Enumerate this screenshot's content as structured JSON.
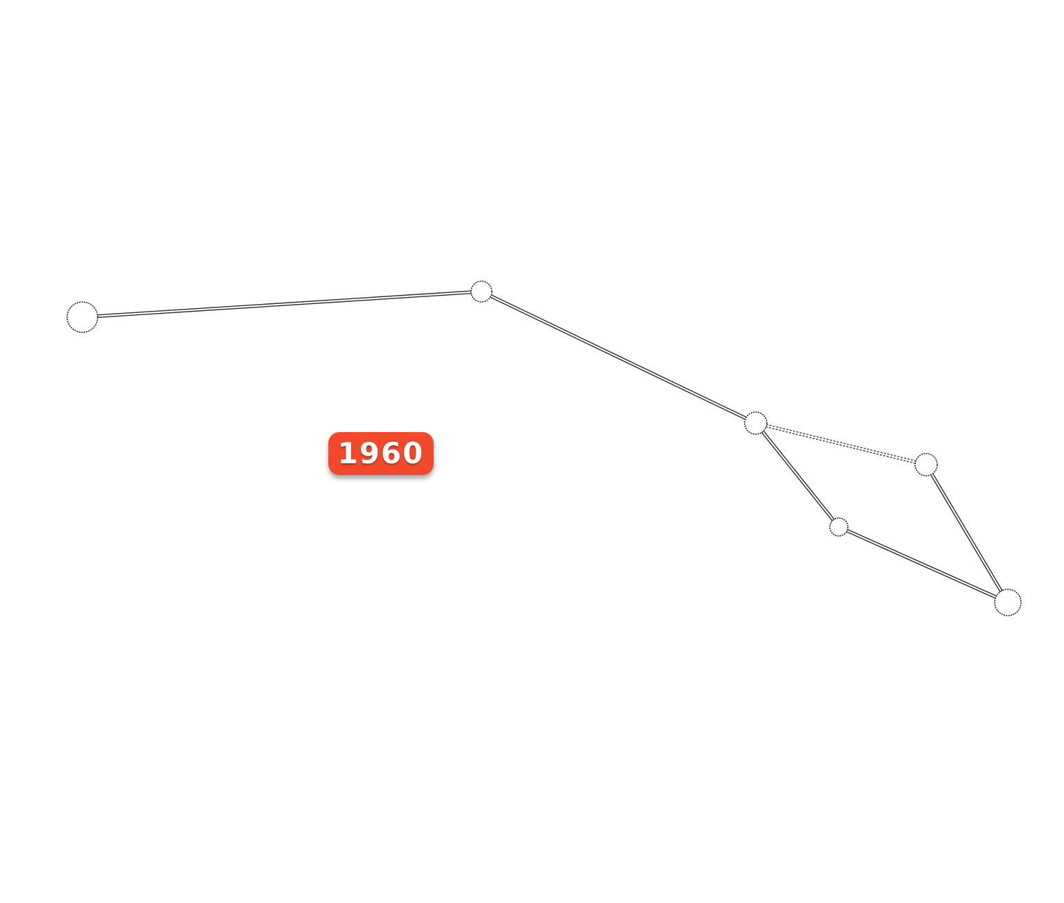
{
  "badge": {
    "year": "1960",
    "color": "#f2492b"
  },
  "graph": {
    "nodes": [
      {
        "id": "n1",
        "name": "node-large-left"
      },
      {
        "id": "n2",
        "name": "node-upper-middle"
      },
      {
        "id": "n3",
        "name": "node-junction"
      },
      {
        "id": "n4",
        "name": "node-right-upper"
      },
      {
        "id": "n5",
        "name": "node-lower-middle"
      },
      {
        "id": "n6",
        "name": "node-far-right"
      }
    ],
    "edges": [
      {
        "from": "n1",
        "to": "n2",
        "style": "solid"
      },
      {
        "from": "n2",
        "to": "n3",
        "style": "solid"
      },
      {
        "from": "n3",
        "to": "n4",
        "style": "dashed"
      },
      {
        "from": "n3",
        "to": "n5",
        "style": "solid"
      },
      {
        "from": "n5",
        "to": "n6",
        "style": "solid"
      },
      {
        "from": "n4",
        "to": "n6",
        "style": "solid"
      }
    ]
  }
}
